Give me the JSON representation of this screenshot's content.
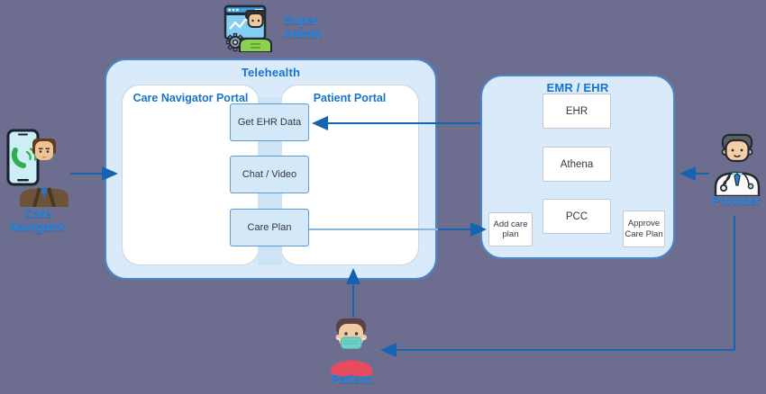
{
  "diagram": {
    "background_color": "#6c6d8f",
    "panel_fill": "#d9eafb",
    "panel_border": "#4a86c8",
    "process_fill": "#d3e8f9",
    "process_border": "#5a9bd5",
    "arrow_color": "#1663b0",
    "arrow_color_light": "#8fb6dd",
    "title_text_color": "#1873cc",
    "label_text_color": "#1e86e0"
  },
  "actors": {
    "super_admin": {
      "label_line1": "Super",
      "label_line2": "Admin",
      "icon": "admin-browser-gear-icon"
    },
    "care_navigator": {
      "label_line1": "Care",
      "label_line2": "Navigator",
      "icon": "phone-call-person-icon"
    },
    "provider": {
      "label": "Provider",
      "icon": "doctor-icon"
    },
    "patient": {
      "label": "Patient",
      "icon": "masked-person-icon"
    }
  },
  "telehealth": {
    "title": "Telehealth",
    "care_navigator_portal": {
      "title": "Care Navigator Portal"
    },
    "patient_portal": {
      "title": "Patient Portal"
    },
    "processes": [
      {
        "label": "Get EHR Data"
      },
      {
        "label": "Chat / Video"
      },
      {
        "label": "Care Plan"
      }
    ]
  },
  "emr": {
    "title": "EMR / EHR",
    "systems": [
      {
        "label": "EHR"
      },
      {
        "label": "Athena"
      },
      {
        "label": "PCC"
      }
    ],
    "add_care_plan": {
      "label": "Add care plan"
    },
    "approve_care_plan": {
      "label": "Approve Care Plan"
    }
  }
}
